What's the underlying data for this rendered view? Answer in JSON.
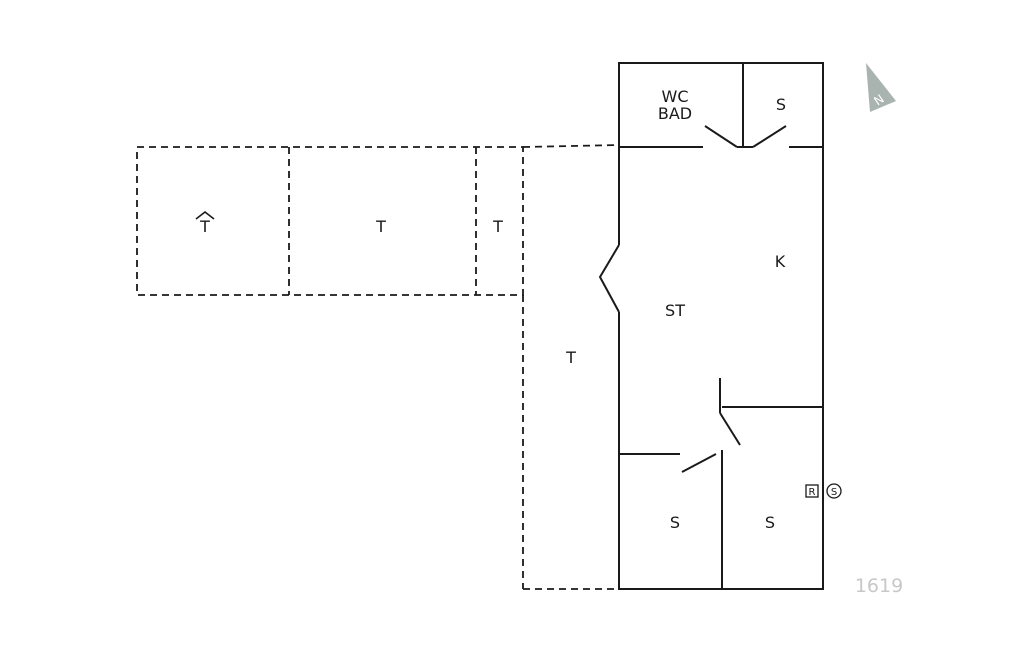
{
  "rooms": {
    "wc_bad_line1": "WC",
    "wc_bad_line2": "BAD",
    "storage_top": "S",
    "kitchen": "K",
    "living": "ST",
    "bedroom_left": "S",
    "bedroom_right": "S",
    "terrace_covered": "T",
    "terrace_mid": "T",
    "terrace_small": "T",
    "terrace_side": "T"
  },
  "symbols": {
    "r_box": "R",
    "s_circle": "S",
    "north": "N"
  },
  "plan_number": "1619",
  "colors": {
    "lines": "#1a1a1a",
    "north_arrow": "#a9b3b0",
    "plan_number": "#c8c8c8"
  }
}
